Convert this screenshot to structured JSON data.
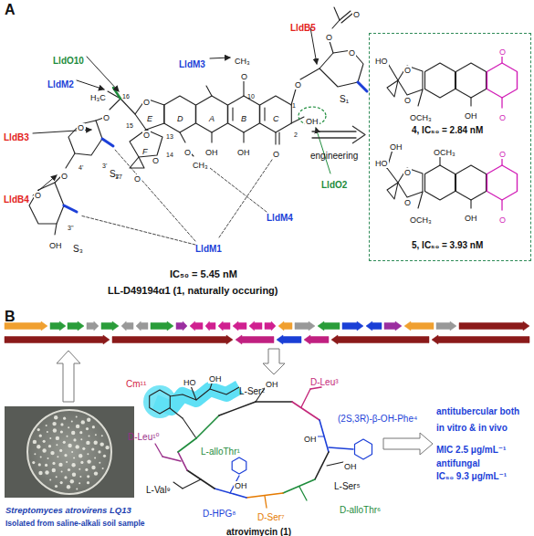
{
  "diagram": {
    "nodes": [
      {
        "text": [
          "4, IC₅₀ = 2.84 nM",
          "5, IC₅₀ = 3.93 nM"
        ]
      }
    ],
    "labels": [
      "A",
      "LldB5",
      "LldM3",
      "LldO10",
      "LldM2",
      "LldB3",
      "LldB4",
      "LldM1",
      "LldM4",
      "LldO2",
      "S₁",
      "S₂",
      "S₃",
      "IC₅₀ = 5.45 nM",
      "LL-D49194α1 (1, naturally occuring)",
      "engineering",
      "CH₃",
      "O",
      "10",
      "OH",
      "OH",
      "O",
      "OH",
      "1",
      "2",
      "O",
      "O",
      "O",
      "O",
      "16",
      "15",
      "13",
      "14",
      "17",
      "O",
      "O",
      "O",
      "O",
      "O",
      "CH₃",
      "O",
      "H₃C",
      "O",
      "3'",
      "4'",
      "O",
      "O",
      "3''",
      "OH",
      "A",
      "B",
      "C",
      "D",
      "E",
      "F",
      "HO",
      "O",
      "O",
      "OCH₃",
      "OH",
      "O",
      "O",
      "OH",
      "HO",
      "OCH₃",
      "O",
      "O",
      "OCH₃",
      "OH",
      "O",
      "O",
      "B",
      "Streptomyces atrovirens LQ13",
      "Isolated from saline-alkali soil sample",
      "Cm¹¹",
      "L-Ser²",
      "D-Leu³",
      "(2S,3R)-β-OH-Phe⁴",
      "L-Ser⁵",
      "D-alloThr⁶",
      "D-Ser⁷",
      "D-HPG⁸",
      "L-Val⁹",
      "D-Leu¹⁰",
      "L-alloThr¹",
      "atrovimycin (1)",
      "antitubercular both in vitro & in vivo",
      "MIC 2.5 μg/mL⁻¹",
      "antifungal",
      "IC₅₀ 9.3 μg/mL⁻¹",
      "HO",
      "OH",
      "OH",
      "OH",
      "OH",
      "OH"
    ]
  }
}
